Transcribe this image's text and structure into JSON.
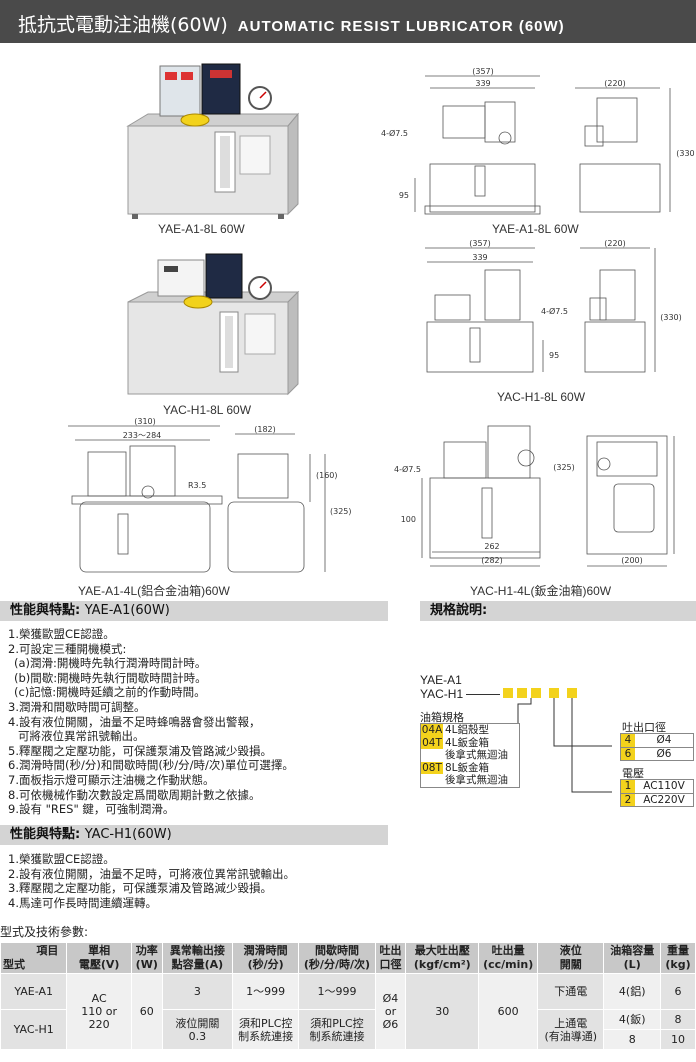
{
  "header": {
    "title_cn": "抵抗式電動注油機(60W)",
    "title_en": "AUTOMATIC RESIST LUBRICATOR (60W)"
  },
  "products": [
    {
      "caption": "YAE-A1-8L 60W"
    },
    {
      "caption": "YAC-H1-8L 60W"
    }
  ],
  "drawings": {
    "a1_8l": {
      "caption": "YAE-A1-8L 60W",
      "w_total": "(357)",
      "w_inner": "339",
      "w_side": "(220)",
      "hole": "4-Ø7.5",
      "h1": "95",
      "h_side": "(330)"
    },
    "h1_8l": {
      "caption": "YAC-H1-8L 60W",
      "w_total": "(357)",
      "w_inner": "339",
      "w_side": "(220)",
      "hole": "4-Ø7.5",
      "h1": "95",
      "h_side": "(330)"
    },
    "a1_4l": {
      "caption": "YAE-A1-4L(鋁合金油箱)60W",
      "w_total": "(310)",
      "w_inner": "233～284",
      "w_side": "(182)",
      "radius": "R3.5",
      "h_side1": "(160)",
      "h_side2": "(325)"
    },
    "h1_4l": {
      "caption": "YAC-H1-4L(鈑金油箱)60W",
      "hole": "4-Ø7.5",
      "h1": "100",
      "w1": "262",
      "w2": "(282)",
      "h_side": "(325)",
      "w_side": "(200)"
    }
  },
  "features_a1": {
    "title": "性能與特點:",
    "subtitle": "YAE-A1(60W)",
    "items": [
      "1.榮獲歐盟CE認證。",
      "2.可設定三種開機模式:",
      "  (a)潤滑:開機時先執行潤滑時間計時。",
      "  (b)間歇:開機時先執行間歇時間計時。",
      "  (c)記憶:開機時延續之前的作動時間。",
      "3.潤滑和間歇時間可調整。",
      "4.設有液位開關，油量不足時蜂鳴器會發出警報，",
      "   可將液位異常訊號輸出。",
      "5.釋壓閥之定壓功能，可保護泵浦及管路減少毀損。",
      "6.潤滑時間(秒/分)和間歇時間(秒/分/時/次)單位可選擇。",
      "7.面板指示燈可顯示注油機之作動狀態。",
      "8.可依機械作動次數設定爲間歇周期計數之依據。",
      "9.設有 \"RES\" 鍵，可強制潤滑。"
    ]
  },
  "features_h1": {
    "title": "性能與特點:",
    "subtitle": "YAC-H1(60W)",
    "items": [
      "1.榮獲歐盟CE認證。",
      "2.設有液位開關，油量不足時，可將液位異常訊號輸出。",
      "3.釋壓閥之定壓功能，可保護泵浦及管路減少毀損。",
      "4.馬達可作長時間連續運轉。"
    ]
  },
  "spec_desc": {
    "title": "規格說明:",
    "model1": "YAE-A1",
    "model2": "YAC-H1",
    "tank_label": "油箱規格",
    "tank": [
      {
        "code": "04A",
        "desc": [
          "4L鋁殼型"
        ]
      },
      {
        "code": "04T",
        "desc": [
          "4L鈑金箱",
          "後拿式無迴油"
        ]
      },
      {
        "code": "08T",
        "desc": [
          "8L鈑金箱",
          "後拿式無迴油"
        ]
      }
    ],
    "outlet_label": "吐出口徑",
    "outlets": [
      {
        "code": "4",
        "val": "Ø4"
      },
      {
        "code": "6",
        "val": "Ø6"
      }
    ],
    "voltage_label": "電壓",
    "voltages": [
      {
        "code": "1",
        "val": "AC110V"
      },
      {
        "code": "2",
        "val": "AC220V"
      }
    ]
  },
  "table": {
    "title": "型式及技術參數:",
    "headers": {
      "item": "項目",
      "model": "型式",
      "phase": [
        "單相",
        "電壓(V)"
      ],
      "power": [
        "功率",
        "(W)"
      ],
      "alarm": [
        "異常輸出接",
        "點容量(A)"
      ],
      "lube": [
        "潤滑時間",
        "(秒/分)"
      ],
      "interval": [
        "間歇時間",
        "(秒/分/時/次)"
      ],
      "outlet": [
        "吐出",
        "口徑"
      ],
      "pressure": [
        "最大吐出壓",
        "(kgf/cm²)"
      ],
      "flow": [
        "吐出量",
        "(cc/min)"
      ],
      "level": [
        "液位",
        "開關"
      ],
      "tank": [
        "油箱容量",
        "(L)"
      ],
      "weight": [
        "重量",
        "(kg)"
      ]
    },
    "rows": {
      "a1": {
        "model": "YAE-A1",
        "alarm": "3",
        "lube": "1～999",
        "interval": "1～999",
        "level": "下通電",
        "tank": "4(鋁)",
        "weight": "6"
      },
      "h1": {
        "model": "YAC-H1",
        "alarm": [
          "液位開關",
          "0.3"
        ],
        "lube": [
          "須和PLC控",
          "制系統連接"
        ],
        "interval": [
          "須和PLC控",
          "制系統連接"
        ],
        "level": [
          "上通電",
          "(有油導通)"
        ],
        "tank1": "4(鈑)",
        "tank2": "8",
        "weight1": "8",
        "weight2": "10"
      },
      "shared": {
        "voltage": [
          "AC",
          "110 or 220"
        ],
        "power": "60",
        "outlet": [
          "Ø4",
          "or",
          "Ø6"
        ],
        "pressure": "30",
        "flow": "600"
      }
    }
  },
  "colors": {
    "header_bg": "#4a4a4a",
    "section_bg": "#d4d4d4",
    "table_header": "#c8c8c8",
    "highlight": "#f3d21c"
  }
}
